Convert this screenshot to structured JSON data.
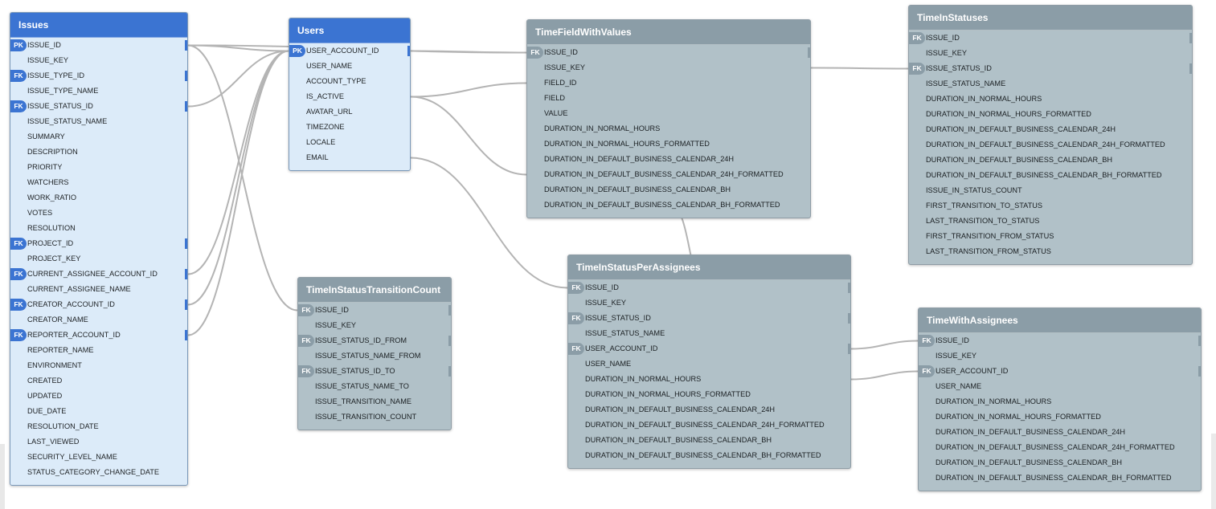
{
  "diagram": {
    "tables": [
      {
        "id": "issues",
        "name": "Issues",
        "style": "blue",
        "columns": [
          {
            "name": "ISSUE_ID",
            "key": "PK"
          },
          {
            "name": "ISSUE_KEY",
            "key": ""
          },
          {
            "name": "ISSUE_TYPE_ID",
            "key": "FK"
          },
          {
            "name": "ISSUE_TYPE_NAME",
            "key": ""
          },
          {
            "name": "ISSUE_STATUS_ID",
            "key": "FK"
          },
          {
            "name": "ISSUE_STATUS_NAME",
            "key": ""
          },
          {
            "name": "SUMMARY",
            "key": ""
          },
          {
            "name": "DESCRIPTION",
            "key": ""
          },
          {
            "name": "PRIORITY",
            "key": ""
          },
          {
            "name": "WATCHERS",
            "key": ""
          },
          {
            "name": "WORK_RATIO",
            "key": ""
          },
          {
            "name": "VOTES",
            "key": ""
          },
          {
            "name": "RESOLUTION",
            "key": ""
          },
          {
            "name": "PROJECT_ID",
            "key": "FK"
          },
          {
            "name": "PROJECT_KEY",
            "key": ""
          },
          {
            "name": "CURRENT_ASSIGNEE_ACCOUNT_ID",
            "key": "FK"
          },
          {
            "name": "CURRENT_ASSIGNEE_NAME",
            "key": ""
          },
          {
            "name": "CREATOR_ACCOUNT_ID",
            "key": "FK"
          },
          {
            "name": "CREATOR_NAME",
            "key": ""
          },
          {
            "name": "REPORTER_ACCOUNT_ID",
            "key": "FK"
          },
          {
            "name": "REPORTER_NAME",
            "key": ""
          },
          {
            "name": "ENVIRONMENT",
            "key": ""
          },
          {
            "name": "CREATED",
            "key": ""
          },
          {
            "name": "UPDATED",
            "key": ""
          },
          {
            "name": "DUE_DATE",
            "key": ""
          },
          {
            "name": "RESOLUTION_DATE",
            "key": ""
          },
          {
            "name": "LAST_VIEWED",
            "key": ""
          },
          {
            "name": "SECURITY_LEVEL_NAME",
            "key": ""
          },
          {
            "name": "STATUS_CATEGORY_CHANGE_DATE",
            "key": ""
          }
        ]
      },
      {
        "id": "users",
        "name": "Users",
        "style": "blue",
        "columns": [
          {
            "name": "USER_ACCOUNT_ID",
            "key": "PK"
          },
          {
            "name": "USER_NAME",
            "key": ""
          },
          {
            "name": "ACCOUNT_TYPE",
            "key": ""
          },
          {
            "name": "IS_ACTIVE",
            "key": ""
          },
          {
            "name": "AVATAR_URL",
            "key": ""
          },
          {
            "name": "TIMEZONE",
            "key": ""
          },
          {
            "name": "LOCALE",
            "key": ""
          },
          {
            "name": "EMAIL",
            "key": ""
          }
        ]
      },
      {
        "id": "tfwv",
        "name": "TimeFieldWithValues",
        "style": "grey",
        "columns": [
          {
            "name": "ISSUE_ID",
            "key": "FK"
          },
          {
            "name": "ISSUE_KEY",
            "key": ""
          },
          {
            "name": "FIELD_ID",
            "key": ""
          },
          {
            "name": "FIELD",
            "key": ""
          },
          {
            "name": "VALUE",
            "key": ""
          },
          {
            "name": "DURATION_IN_NORMAL_HOURS",
            "key": ""
          },
          {
            "name": "DURATION_IN_NORMAL_HOURS_FORMATTED",
            "key": ""
          },
          {
            "name": "DURATION_IN_DEFAULT_BUSINESS_CALENDAR_24H",
            "key": ""
          },
          {
            "name": "DURATION_IN_DEFAULT_BUSINESS_CALENDAR_24H_FORMATTED",
            "key": ""
          },
          {
            "name": "DURATION_IN_DEFAULT_BUSINESS_CALENDAR_BH",
            "key": ""
          },
          {
            "name": "DURATION_IN_DEFAULT_BUSINESS_CALENDAR_BH_FORMATTED",
            "key": ""
          }
        ]
      },
      {
        "id": "tis",
        "name": "TimeInStatuses",
        "style": "grey",
        "columns": [
          {
            "name": "ISSUE_ID",
            "key": "FK"
          },
          {
            "name": "ISSUE_KEY",
            "key": ""
          },
          {
            "name": "ISSUE_STATUS_ID",
            "key": "FK"
          },
          {
            "name": "ISSUE_STATUS_NAME",
            "key": ""
          },
          {
            "name": "DURATION_IN_NORMAL_HOURS",
            "key": ""
          },
          {
            "name": "DURATION_IN_NORMAL_HOURS_FORMATTED",
            "key": ""
          },
          {
            "name": "DURATION_IN_DEFAULT_BUSINESS_CALENDAR_24H",
            "key": ""
          },
          {
            "name": "DURATION_IN_DEFAULT_BUSINESS_CALENDAR_24H_FORMATTED",
            "key": ""
          },
          {
            "name": "DURATION_IN_DEFAULT_BUSINESS_CALENDAR_BH",
            "key": ""
          },
          {
            "name": "DURATION_IN_DEFAULT_BUSINESS_CALENDAR_BH_FORMATTED",
            "key": ""
          },
          {
            "name": "ISSUE_IN_STATUS_COUNT",
            "key": ""
          },
          {
            "name": "FIRST_TRANSITION_TO_STATUS",
            "key": ""
          },
          {
            "name": "LAST_TRANSITION_TO_STATUS",
            "key": ""
          },
          {
            "name": "FIRST_TRANSITION_FROM_STATUS",
            "key": ""
          },
          {
            "name": "LAST_TRANSITION_FROM_STATUS",
            "key": ""
          }
        ]
      },
      {
        "id": "tistc",
        "name": "TimeInStatusTransitionCount",
        "style": "grey",
        "columns": [
          {
            "name": "ISSUE_ID",
            "key": "FK"
          },
          {
            "name": "ISSUE_KEY",
            "key": ""
          },
          {
            "name": "ISSUE_STATUS_ID_FROM",
            "key": "FK"
          },
          {
            "name": "ISSUE_STATUS_NAME_FROM",
            "key": ""
          },
          {
            "name": "ISSUE_STATUS_ID_TO",
            "key": "FK"
          },
          {
            "name": "ISSUE_STATUS_NAME_TO",
            "key": ""
          },
          {
            "name": "ISSUE_TRANSITION_NAME",
            "key": ""
          },
          {
            "name": "ISSUE_TRANSITION_COUNT",
            "key": ""
          }
        ]
      },
      {
        "id": "tispa",
        "name": "TimeInStatusPerAssignees",
        "style": "grey",
        "columns": [
          {
            "name": "ISSUE_ID",
            "key": "FK"
          },
          {
            "name": "ISSUE_KEY",
            "key": ""
          },
          {
            "name": "ISSUE_STATUS_ID",
            "key": "FK"
          },
          {
            "name": "ISSUE_STATUS_NAME",
            "key": ""
          },
          {
            "name": "USER_ACCOUNT_ID",
            "key": "FK"
          },
          {
            "name": "USER_NAME",
            "key": ""
          },
          {
            "name": "DURATION_IN_NORMAL_HOURS",
            "key": ""
          },
          {
            "name": "DURATION_IN_NORMAL_HOURS_FORMATTED",
            "key": ""
          },
          {
            "name": "DURATION_IN_DEFAULT_BUSINESS_CALENDAR_24H",
            "key": ""
          },
          {
            "name": "DURATION_IN_DEFAULT_BUSINESS_CALENDAR_24H_FORMATTED",
            "key": ""
          },
          {
            "name": "DURATION_IN_DEFAULT_BUSINESS_CALENDAR_BH",
            "key": ""
          },
          {
            "name": "DURATION_IN_DEFAULT_BUSINESS_CALENDAR_BH_FORMATTED",
            "key": ""
          }
        ]
      },
      {
        "id": "twa",
        "name": "TimeWithAssignees",
        "style": "grey",
        "columns": [
          {
            "name": "ISSUE_ID",
            "key": "FK"
          },
          {
            "name": "ISSUE_KEY",
            "key": ""
          },
          {
            "name": "USER_ACCOUNT_ID",
            "key": "FK"
          },
          {
            "name": "USER_NAME",
            "key": ""
          },
          {
            "name": "DURATION_IN_NORMAL_HOURS",
            "key": ""
          },
          {
            "name": "DURATION_IN_NORMAL_HOURS_FORMATTED",
            "key": ""
          },
          {
            "name": "DURATION_IN_DEFAULT_BUSINESS_CALENDAR_24H",
            "key": ""
          },
          {
            "name": "DURATION_IN_DEFAULT_BUSINESS_CALENDAR_24H_FORMATTED",
            "key": ""
          },
          {
            "name": "DURATION_IN_DEFAULT_BUSINESS_CALENDAR_BH",
            "key": ""
          },
          {
            "name": "DURATION_IN_DEFAULT_BUSINESS_CALENDAR_BH_FORMATTED",
            "key": ""
          }
        ]
      }
    ],
    "relationships": [
      {
        "from": "issues.ISSUE_ID",
        "to": "users.USER_ACCOUNT_ID"
      },
      {
        "from": "issues.ISSUE_ID",
        "to": "tfwv.ISSUE_ID"
      },
      {
        "from": "issues.ISSUE_ID",
        "to": "tistc.ISSUE_ID"
      },
      {
        "from": "issues.ISSUE_STATUS_ID",
        "to": "users.USER_ACCOUNT_ID"
      },
      {
        "from": "issues.CURRENT_ASSIGNEE_ACCOUNT_ID",
        "to": "users.USER_ACCOUNT_ID"
      },
      {
        "from": "issues.CREATOR_ACCOUNT_ID",
        "to": "users.USER_ACCOUNT_ID"
      },
      {
        "from": "issues.REPORTER_ACCOUNT_ID",
        "to": "users.USER_ACCOUNT_ID"
      },
      {
        "from": "users.USER_ACCOUNT_ID",
        "to": "tfwv.ISSUE_ID"
      },
      {
        "from": "users.IS_ACTIVE",
        "to": "tfwv.FIELD_ID"
      },
      {
        "from": "users.IS_ACTIVE",
        "to": "tfwv.DURATION_IN_DEFAULT_BUSINESS_CALENDAR_24H_FORMATTED"
      },
      {
        "from": "users.EMAIL",
        "to": "tispa.ISSUE_ID"
      },
      {
        "from": "tfwv.ISSUE_KEY",
        "to": "tis.ISSUE_STATUS_ID"
      },
      {
        "from": "tfwv.DURATION_IN_DEFAULT_BUSINESS_CALENDAR_BH_FORMATTED",
        "to": "tispa.ISSUE_ID"
      },
      {
        "from": "tispa.USER_ACCOUNT_ID",
        "to": "twa.ISSUE_ID"
      },
      {
        "from": "tispa.DURATION_IN_NORMAL_HOURS",
        "to": "twa.USER_ACCOUNT_ID"
      }
    ]
  }
}
